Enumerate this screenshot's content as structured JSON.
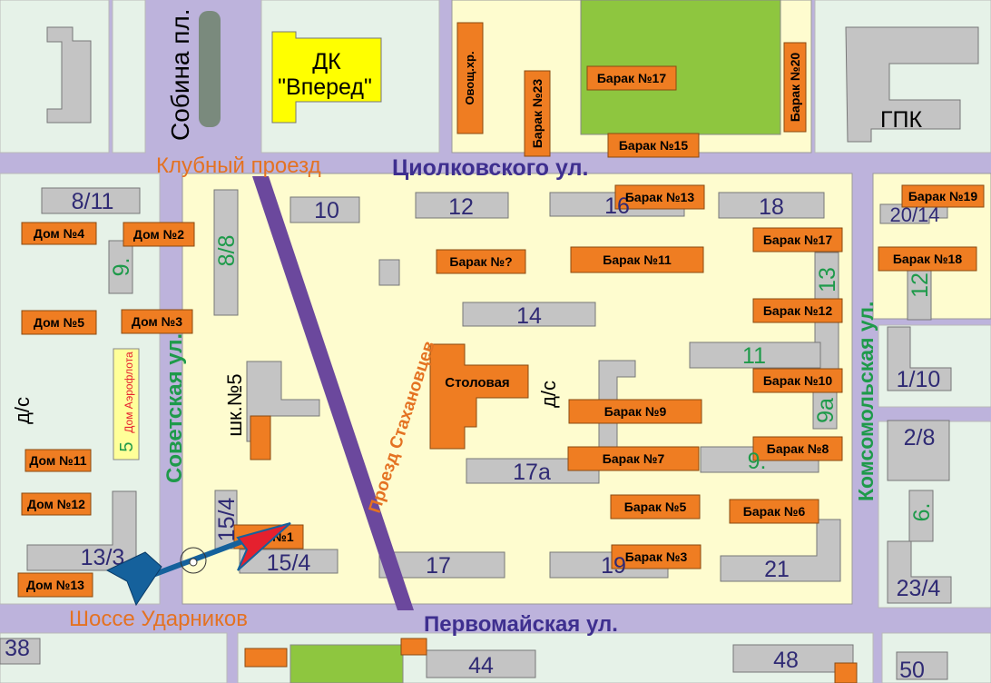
{
  "colors": {
    "road": "#bdb3dc",
    "block": "#e6f2e8",
    "highlight": "#fefccf",
    "building": "#c4c4c4",
    "barak": "#ef7d22",
    "park": "#8ec63f",
    "culture": "#ffff00",
    "avenue": "#6b489d",
    "street_label_green": "#1e9a4a",
    "street_label_blue": "#3e2f8f",
    "street_label_orange": "#e47222",
    "route": "#15619c",
    "route_tip": "#e5202e"
  },
  "streets": {
    "sobina": "Собина пл.",
    "klubny": "Клубный проезд",
    "tsiolkovskogo": "Циолковского ул.",
    "sovetskaya": "Советская ул.",
    "stakhanovtsev": "Проезд Стахановцев",
    "komsomolskaya": "Комсомольская ул.",
    "shosse": "Шоссе Ударников",
    "pervomaiskaya": "Первомайская ул."
  },
  "landmarks": {
    "dk_title": "ДК",
    "dk_name": "\"Вперед\"",
    "gpk": "ГПК",
    "ovoshch": "Овощ.хр.",
    "stolovaya": "Столовая",
    "school": "шк.№5",
    "ds_left": "д/с",
    "ds_mid": "д/с",
    "aeroflot_num": "5",
    "aeroflot_name": "Дом Аэрофлота"
  },
  "baraks": {
    "b17_top": "Барак №17",
    "b20": "Барак №20",
    "b23": "Барак №23",
    "b15": "Барак №15",
    "b13": "Барак №13",
    "b19": "Барак №19",
    "b17_right": "Барак №17",
    "b18": "Барак №18",
    "bq": "Барак №?",
    "b11": "Барак №11",
    "b12": "Барак №12",
    "b10": "Барак №10",
    "b9": "Барак №9",
    "b8": "Барак №8",
    "b7": "Барак №7",
    "b5": "Барак №5",
    "b6": "Барак №6",
    "b3": "Барак №3"
  },
  "houses": {
    "d4": "Дом №4",
    "d2": "Дом №2",
    "d5": "Дом №5",
    "d3": "Дом №3",
    "d11": "Дом №11",
    "d12": "Дом №12",
    "d13": "Дом №13",
    "n1": "№1"
  },
  "numbers": {
    "n8_11": "8/11",
    "n9_left": "9.",
    "n8_8": "8/8",
    "n10": "10",
    "n12": "12",
    "n16": "16",
    "n18": "18",
    "n20_14": "20/14",
    "n12_right": "12",
    "n13": "13",
    "n14": "14",
    "n11": "11",
    "n1_10": "1/10",
    "n9a": "9а",
    "n2_8": "2/8",
    "n9": "9.",
    "n17a": "17а",
    "n6": "6.",
    "n15_4_v": "15/4",
    "n15_4": "15/4",
    "n17": "17",
    "n19": "19",
    "n21": "21",
    "n23_4": "23/4",
    "n13_3": "13/3",
    "n38": "38",
    "n44": "44",
    "n48": "48",
    "n50": "50"
  }
}
